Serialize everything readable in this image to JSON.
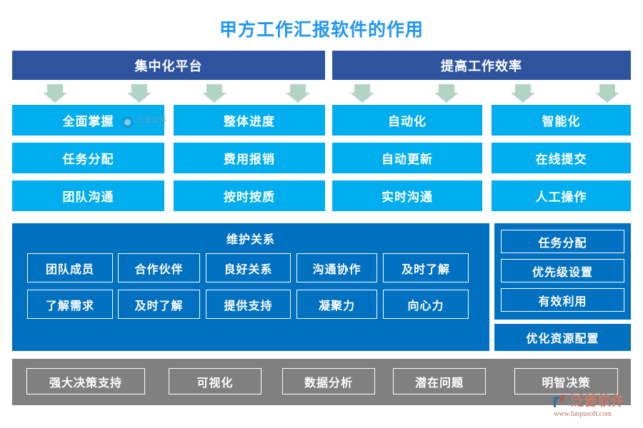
{
  "page": {
    "title": "甲方工作汇报软件的作用",
    "title_color": "#2196f3",
    "background": "#ffffff"
  },
  "colors": {
    "header_blue": "#2e549f",
    "cell_cyan": "#00adee",
    "panel_blue": "#0070c0",
    "arrow_green": "#b3d3c4",
    "bottom_gray": "#808080",
    "outline_white": "#ffffff"
  },
  "groups": [
    {
      "label": "集中化平台"
    },
    {
      "label": "提高工作效率"
    }
  ],
  "arrows": [
    {
      "name": "arrow-down-1"
    },
    {
      "name": "arrow-down-2"
    },
    {
      "name": "arrow-down-3"
    },
    {
      "name": "arrow-down-4"
    },
    {
      "name": "arrow-down-5"
    },
    {
      "name": "arrow-down-6"
    },
    {
      "name": "arrow-down-7"
    },
    {
      "name": "arrow-down-8"
    }
  ],
  "feature_grid": {
    "columns": 4,
    "rows": 3,
    "cells": [
      "全面掌握",
      "整体进度",
      "自动化",
      "智能化",
      "任务分配",
      "费用报销",
      "自动更新",
      "在线提交",
      "团队沟通",
      "按时按质",
      "实时沟通",
      "人工操作"
    ]
  },
  "maintain_panel": {
    "title": "维护关系",
    "cells": [
      "团队成员",
      "合作伙伴",
      "良好关系",
      "沟通协作",
      "及时了解",
      "了解需求",
      "及时了解",
      "提供支持",
      "凝聚力",
      "向心力"
    ]
  },
  "task_panel": {
    "cells": [
      "任务分配",
      "优先级设置",
      "有效利用"
    ]
  },
  "resource_panel": {
    "label": "优化资源配置"
  },
  "bottom_bar": {
    "cells": [
      "强大决策支持",
      "可视化",
      "数据分析",
      "潜在问题",
      "明智决策"
    ]
  },
  "watermark": {
    "text": "泛普软件",
    "sub": "FANPU SOFTWARE"
  },
  "brand_logo": {
    "name": "泛普软件",
    "url": "www.fanpusoft.com"
  }
}
